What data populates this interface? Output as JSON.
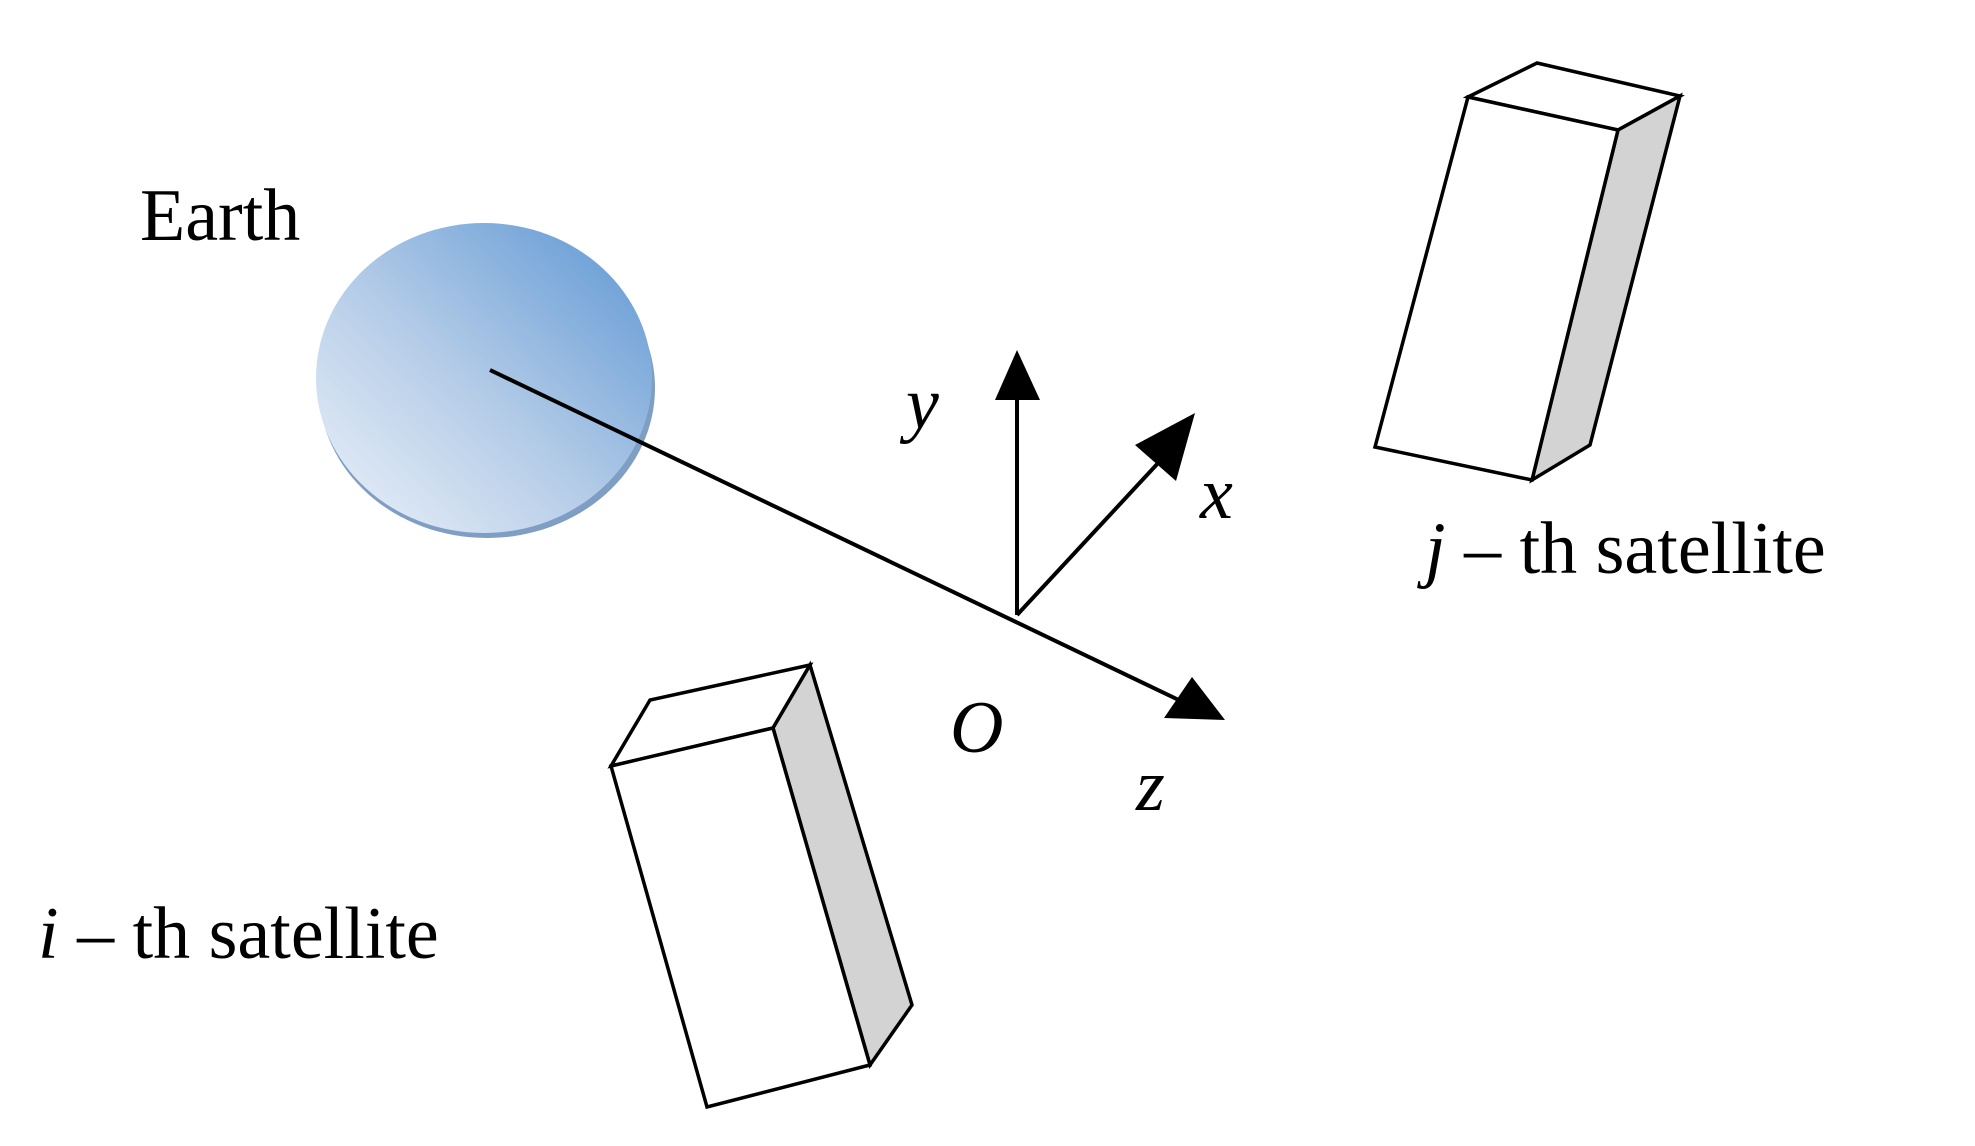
{
  "labels": {
    "earth": "Earth",
    "y_axis": "y",
    "x_axis": "x",
    "z_axis": "z",
    "origin": "O",
    "sat_j_index": "j",
    "sat_j_suffix": " – th satellite",
    "sat_i_index": "i",
    "sat_i_suffix": " – th satellite"
  },
  "colors": {
    "earth_light": "#e2eaf5",
    "earth_dark": "#5f98d4",
    "earth_rim": "#7b9cc2",
    "satellite_shade": "#d3d3d3",
    "line": "#000000"
  }
}
